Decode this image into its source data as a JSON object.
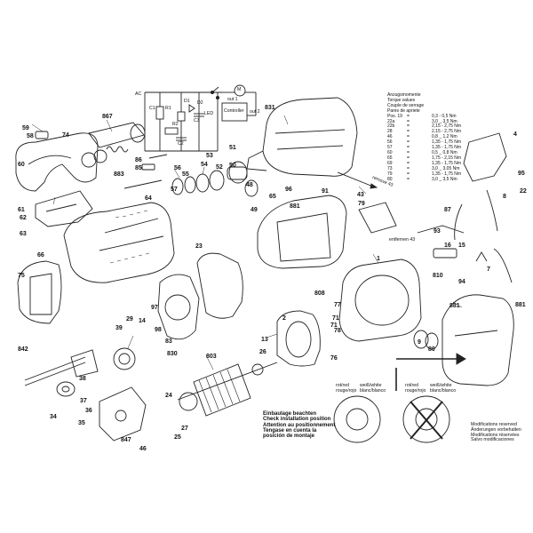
{
  "torque_table": {
    "headers": [
      "Anzugsmomente",
      "Torque values",
      "Couple de serrage",
      "Pares de apriete"
    ],
    "rows": [
      {
        "pos": "Pos. 19",
        "eq": "=",
        "value": "0,3 - 0,5 Nm"
      },
      {
        "pos": "22a",
        "eq": "=",
        "value": "3,0 _ 3,5 Nm"
      },
      {
        "pos": "22b",
        "eq": "=",
        "value": "2,15 - 2,75 Nm"
      },
      {
        "pos": "28",
        "eq": "=",
        "value": "2,15 - 2,75 Nm"
      },
      {
        "pos": "46",
        "eq": "=",
        "value": "0,8 _ 1,2 Nm"
      },
      {
        "pos": "56",
        "eq": "=",
        "value": "1,35 - 1,75 Nm"
      },
      {
        "pos": "57",
        "eq": "=",
        "value": "1,35 - 1,75 Nm"
      },
      {
        "pos": "60",
        "eq": "=",
        "value": "0,5 _ 0,8 Nm"
      },
      {
        "pos": "65",
        "eq": "=",
        "value": "1,75 - 2,15 Nm"
      },
      {
        "pos": "69",
        "eq": "=",
        "value": "1,35 - 1,75 Nm"
      },
      {
        "pos": "73",
        "eq": "=",
        "value": "3,0 _ 3,05 Nm"
      },
      {
        "pos": "79",
        "eq": "=",
        "value": "1,35 - 1,75 Nm"
      },
      {
        "pos": "80",
        "eq": "=",
        "value": "3,0 _ 3,5 Nm"
      }
    ]
  },
  "installation_note": [
    "Einbaulage beachten",
    "Check installation position",
    "Attention au positionnement",
    "Tengase en cuenta la",
    "posición de montaje"
  ],
  "wire_labels": {
    "red": [
      "rot/red",
      "rouge/rojo"
    ],
    "white": [
      "weiß/white",
      "blanc/blanco"
    ]
  },
  "modifications": [
    "Modifications reserved",
    "Änderungen vorbehalten",
    "Modifications réservées",
    "Salvo modificaciones"
  ],
  "circuit": {
    "ac": "AC",
    "c1": "C1",
    "r1": "R1",
    "r2": "R2",
    "c2": "C2",
    "c3": "C3",
    "d1": "D1",
    "d2": "D2",
    "led": "LED",
    "out1": "out 1",
    "out2": "out 2",
    "controller": "Controller",
    "motor": "M"
  },
  "notes": {
    "remove43": "remove 43",
    "remove43_alt": "entfernen 43"
  },
  "callouts": [
    {
      "text": "59"
    },
    {
      "text": "58"
    },
    {
      "text": "74"
    },
    {
      "text": "867"
    },
    {
      "text": "60"
    },
    {
      "text": "61"
    },
    {
      "text": "62"
    },
    {
      "text": "63"
    },
    {
      "text": "883"
    },
    {
      "text": "64"
    },
    {
      "text": "86"
    },
    {
      "text": "85"
    },
    {
      "text": "56"
    },
    {
      "text": "57"
    },
    {
      "text": "55"
    },
    {
      "text": "54"
    },
    {
      "text": "53"
    },
    {
      "text": "52"
    },
    {
      "text": "50"
    },
    {
      "text": "51"
    },
    {
      "text": "831"
    },
    {
      "text": "48"
    },
    {
      "text": "49"
    },
    {
      "text": "65"
    },
    {
      "text": "96"
    },
    {
      "text": "66"
    },
    {
      "text": "75"
    },
    {
      "text": "23"
    },
    {
      "text": "881"
    },
    {
      "text": "91"
    },
    {
      "text": "43"
    },
    {
      "text": "79"
    },
    {
      "text": "4"
    },
    {
      "text": "95"
    },
    {
      "text": "22"
    },
    {
      "text": "8"
    },
    {
      "text": "87"
    },
    {
      "text": "93"
    },
    {
      "text": "16"
    },
    {
      "text": "15"
    },
    {
      "text": "810"
    },
    {
      "text": "94"
    },
    {
      "text": "7"
    },
    {
      "text": "1"
    },
    {
      "text": "808"
    },
    {
      "text": "881"
    },
    {
      "text": "80"
    },
    {
      "text": "9"
    },
    {
      "text": "842"
    },
    {
      "text": "39"
    },
    {
      "text": "29"
    },
    {
      "text": "14"
    },
    {
      "text": "97"
    },
    {
      "text": "98"
    },
    {
      "text": "83"
    },
    {
      "text": "830"
    },
    {
      "text": "2"
    },
    {
      "text": "77"
    },
    {
      "text": "78"
    },
    {
      "text": "76"
    },
    {
      "text": "13"
    },
    {
      "text": "26"
    },
    {
      "text": "803"
    },
    {
      "text": "24"
    },
    {
      "text": "27"
    },
    {
      "text": "25"
    },
    {
      "text": "37"
    },
    {
      "text": "36"
    },
    {
      "text": "35"
    },
    {
      "text": "38"
    },
    {
      "text": "34"
    },
    {
      "text": "847"
    },
    {
      "text": "46"
    },
    {
      "text": "881"
    },
    {
      "text": "71"
    },
    {
      "text": "71"
    }
  ]
}
